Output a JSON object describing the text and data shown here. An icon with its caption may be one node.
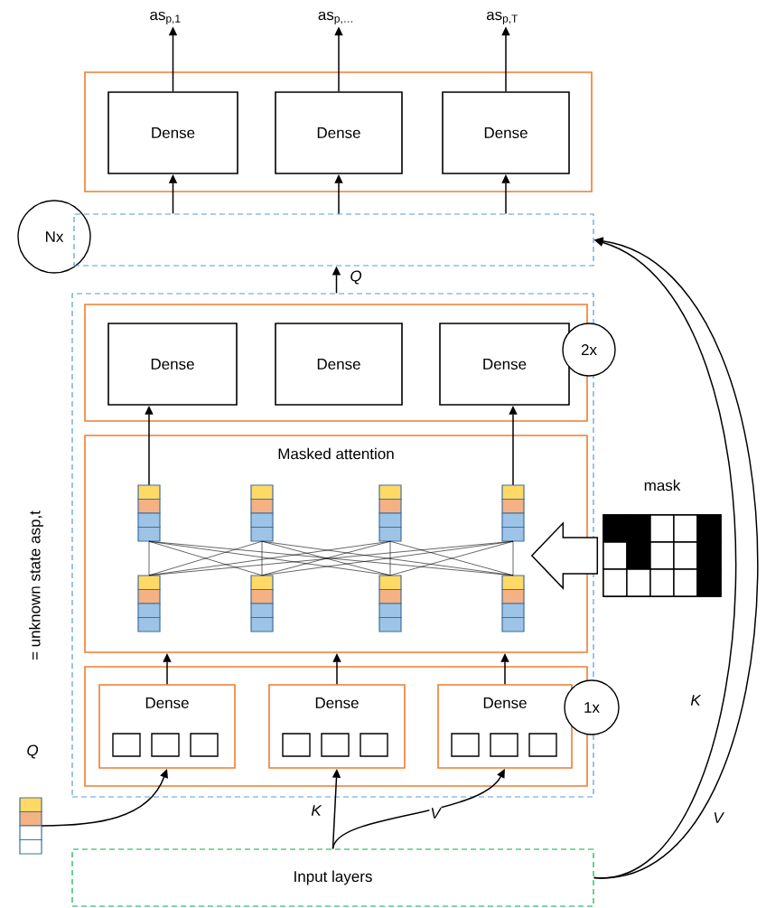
{
  "diagram": {
    "nodes": [
      {
        "text": [],
        "shape": "box"
      },
      {
        "text": [
          "Dense"
        ],
        "in": 0
      },
      {
        "text": [
          "Dense"
        ],
        "in": 0
      },
      {
        "text": [
          "Dense"
        ],
        "in": 0
      },
      {
        "text": [
          "as$_{p,1}$"
        ]
      },
      {
        "text": [
          "as$_{p,…}$"
        ]
      },
      {
        "text": [
          "as$_{p,T}$"
        ]
      },
      {
        "text": [
          "Nx"
        ]
      },
      {
        "text": [],
        "shape": "box"
      },
      {
        "text": [],
        "shape": "box"
      },
      {
        "text": [],
        "shape": "box",
        "in": 9
      },
      {
        "text": [
          "Dense"
        ],
        "in": 10
      },
      {
        "text": [
          "Dense"
        ],
        "in": 10
      },
      {
        "text": [
          "Dense"
        ],
        "in": 10
      },
      {
        "text": [
          "2x"
        ]
      },
      {
        "text": [
          "Masked attention"
        ],
        "in": 9
      },
      {
        "text": [],
        "shape": "bar",
        "in": 15
      },
      {
        "text": [],
        "shape": "bar",
        "in": 15
      },
      {
        "text": [],
        "shape": "bar",
        "in": 15
      },
      {
        "text": [],
        "shape": "bar",
        "in": 15
      },
      {
        "text": [],
        "shape": "bar",
        "in": 15
      },
      {
        "text": [],
        "shape": "bar",
        "in": 15
      },
      {
        "text": [],
        "shape": "bar",
        "in": 15
      },
      {
        "text": [],
        "shape": "bar",
        "in": 15
      },
      {
        "text": [
          "mask"
        ]
      },
      {
        "text": [],
        "shape": "box",
        "in": 9
      },
      {
        "text": [
          "Dense"
        ],
        "in": 25
      },
      {
        "text": [
          "Dense"
        ],
        "in": 25
      },
      {
        "text": [
          "Dense"
        ],
        "in": 25
      },
      {
        "text": [
          "1x"
        ]
      },
      {
        "text": [
          "Input layers"
        ]
      },
      {
        "text": [],
        "shape": "bar"
      }
    ],
    "edges": [
      {
        "from": 1,
        "to": 4,
        "arrow": "to"
      },
      {
        "from": 2,
        "to": 5,
        "arrow": "to"
      },
      {
        "from": 3,
        "to": 6,
        "arrow": "to"
      },
      {
        "from": 8,
        "to": 1,
        "arrow": "to"
      },
      {
        "from": 8,
        "to": 2,
        "arrow": "to"
      },
      {
        "from": 8,
        "to": 3,
        "arrow": "to"
      },
      {
        "from": 9,
        "to": 8,
        "arrow": "to",
        "label": "Q"
      },
      {
        "from": 30,
        "to": 8,
        "arrow": "to",
        "label": "K"
      },
      {
        "from": 30,
        "to": 8,
        "arrow": "to",
        "label": "V"
      },
      {
        "from": 16,
        "to": 11,
        "arrow": "to"
      },
      {
        "from": 19,
        "to": 13,
        "arrow": "to"
      },
      {
        "from": 24,
        "to": 15,
        "arrow": "to"
      },
      {
        "from": 26,
        "to": 15,
        "arrow": "to"
      },
      {
        "from": 27,
        "to": 15,
        "arrow": "to"
      },
      {
        "from": 28,
        "to": 15,
        "arrow": "to"
      },
      {
        "from": 31,
        "to": 26,
        "arrow": "to"
      },
      {
        "from": 30,
        "to": 27,
        "arrow": "to",
        "label": "K"
      },
      {
        "from": 30,
        "to": 28,
        "arrow": "to",
        "label": "V"
      },
      {
        "from": 16,
        "to": 20,
        "arrow": "none"
      },
      {
        "from": 16,
        "to": 21,
        "arrow": "none"
      },
      {
        "from": 16,
        "to": 22,
        "arrow": "none"
      },
      {
        "from": 16,
        "to": 23,
        "arrow": "none"
      },
      {
        "from": 17,
        "to": 20,
        "arrow": "none"
      },
      {
        "from": 17,
        "to": 21,
        "arrow": "none"
      },
      {
        "from": 17,
        "to": 22,
        "arrow": "none"
      },
      {
        "from": 17,
        "to": 23,
        "arrow": "none"
      },
      {
        "from": 18,
        "to": 20,
        "arrow": "none"
      },
      {
        "from": 18,
        "to": 21,
        "arrow": "none"
      },
      {
        "from": 18,
        "to": 22,
        "arrow": "none"
      },
      {
        "from": 18,
        "to": 23,
        "arrow": "none"
      },
      {
        "from": 19,
        "to": 20,
        "arrow": "none"
      },
      {
        "from": 19,
        "to": 21,
        "arrow": "none"
      },
      {
        "from": 19,
        "to": 22,
        "arrow": "none"
      },
      {
        "from": 19,
        "to": 23,
        "arrow": "none"
      }
    ],
    "labels": [
      "= unknown state asp,t",
      "Q"
    ]
  }
}
